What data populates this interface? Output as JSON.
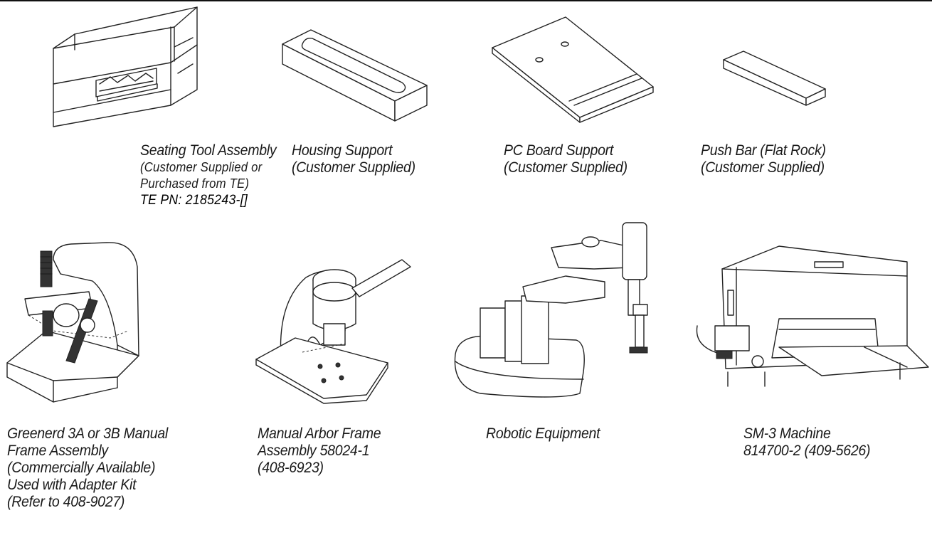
{
  "items": [
    {
      "name": "seating-tool-assembly",
      "icon": "seating-tool-icon",
      "lines": [
        "Seating Tool Assembly"
      ],
      "small_lines": [
        "(Customer Supplied or",
        "Purchased from TE)"
      ],
      "part_number": "TE PN: 2185243-[]"
    },
    {
      "name": "housing-support",
      "icon": "housing-support-icon",
      "lines": [
        "Housing Support",
        "(Customer Supplied)"
      ]
    },
    {
      "name": "pc-board-support",
      "icon": "pc-board-support-icon",
      "lines": [
        "PC Board Support",
        "(Customer Supplied)"
      ]
    },
    {
      "name": "push-bar",
      "icon": "push-bar-icon",
      "lines": [
        "Push Bar (Flat Rock)",
        "(Customer Supplied)"
      ]
    },
    {
      "name": "greenerd-frame",
      "icon": "greenerd-frame-icon",
      "lines": [
        "Greenerd 3A or 3B Manual",
        "Frame Assembly",
        "(Commercially Available)",
        "Used with Adapter Kit",
        "(Refer to 408-9027)"
      ]
    },
    {
      "name": "manual-arbor-frame",
      "icon": "arbor-frame-icon",
      "lines": [
        "Manual Arbor Frame",
        "Assembly 58024-1",
        "(408-6923)"
      ]
    },
    {
      "name": "robotic-equipment",
      "icon": "robot-icon",
      "lines": [
        "Robotic Equipment"
      ]
    },
    {
      "name": "sm3-machine",
      "icon": "sm3-machine-icon",
      "lines": [
        "SM-3 Machine",
        "814700-2 (409-5626)"
      ]
    }
  ]
}
